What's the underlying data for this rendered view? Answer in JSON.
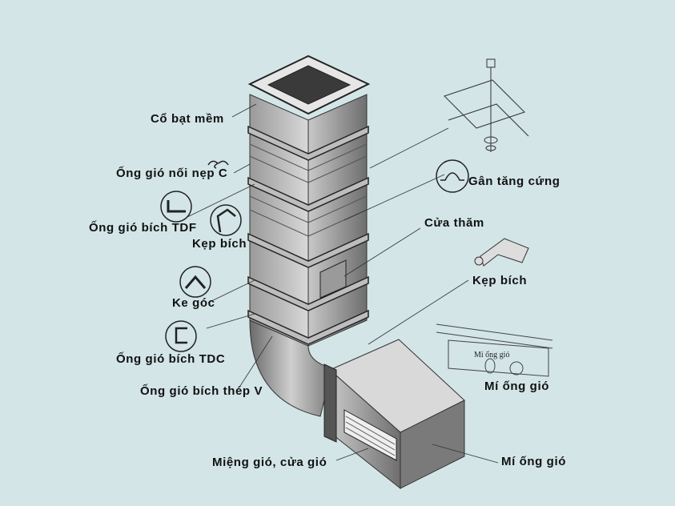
{
  "labels": {
    "co_bat_mem": "Cổ bạt mềm",
    "ong_gio_noi_nep_c": "Ống gió nối nẹp C",
    "ong_gio_bich_tdf": "Ống gió bích TDF",
    "kep_bich_left": "Kẹp bích",
    "ke_goc": "Ke góc",
    "ong_gio_bich_tdc": "Ống gió bích TDC",
    "ong_gio_bich_thep_v": "Ống gió bích thép V",
    "mieng_gio_cua_gio": "Miệng gió, cửa gió",
    "gan_tang_cung": "Gân tăng cứng",
    "cua_tham": "Cửa thăm",
    "kep_bich_right": "Kẹp bích",
    "mi_ong_gio_detail": "Mí ống gió",
    "mi_ong_gio_bottom": "Mí ống gió",
    "mi_ong_gio_inset": "Mí ống gió"
  },
  "colors": {
    "background": "#d3e5e7",
    "duct": "#8a8a8a",
    "text": "#111111"
  }
}
